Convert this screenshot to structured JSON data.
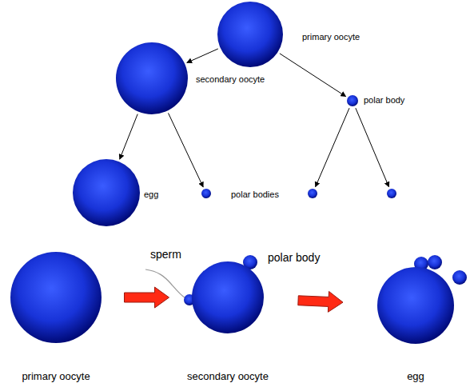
{
  "diagram": {
    "nodes": [
      {
        "text": [
          "primary oocyte"
        ]
      },
      {
        "text": [
          "secondary oocyte"
        ]
      },
      {
        "text": [
          "polar body"
        ]
      },
      {
        "text": [
          "egg"
        ]
      },
      {
        "text": [
          "polar bodies"
        ]
      },
      {
        "text": []
      },
      {
        "text": []
      },
      {
        "text": [
          "primary oocyte"
        ]
      },
      {
        "text": [
          "secondary oocyte"
        ]
      },
      {
        "text": [
          "egg"
        ]
      }
    ],
    "edges": [
      {
        "from": 0,
        "to": 1,
        "arrow": "to"
      },
      {
        "from": 0,
        "to": 2,
        "arrow": "to"
      },
      {
        "from": 1,
        "to": 3,
        "arrow": "to"
      },
      {
        "from": 1,
        "to": 4,
        "arrow": "to"
      },
      {
        "from": 2,
        "to": 5,
        "arrow": "to"
      },
      {
        "from": 2,
        "to": 6,
        "arrow": "to"
      },
      {
        "from": 7,
        "to": 8,
        "arrow": "to"
      },
      {
        "from": 8,
        "to": 9,
        "arrow": "to"
      }
    ],
    "labels": [
      "sperm",
      "polar body"
    ]
  }
}
